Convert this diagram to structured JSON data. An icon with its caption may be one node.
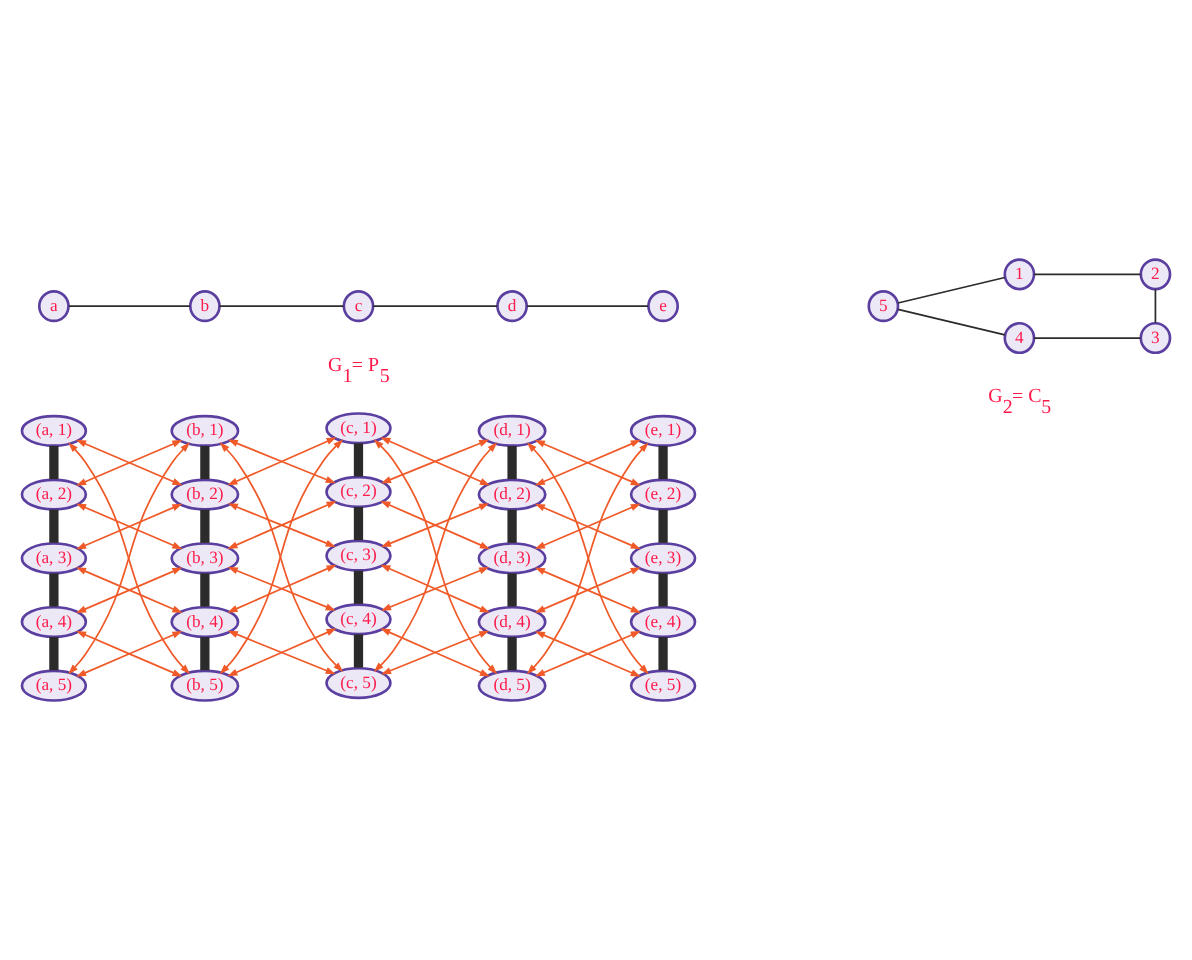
{
  "diagram": {
    "nodes": [
      {
        "text": [
          "a"
        ]
      },
      {
        "text": [
          "b"
        ]
      },
      {
        "text": [
          "c"
        ]
      },
      {
        "text": [
          "d"
        ]
      },
      {
        "text": [
          "e"
        ]
      },
      {
        "text": [
          "1"
        ]
      },
      {
        "text": [
          "2"
        ]
      },
      {
        "text": [
          "3"
        ]
      },
      {
        "text": [
          "4"
        ]
      },
      {
        "text": [
          "5"
        ]
      },
      {
        "text": [
          "(a, 1)"
        ]
      },
      {
        "text": [
          "(b, 1)"
        ]
      },
      {
        "text": [
          "(c, 1)"
        ]
      },
      {
        "text": [
          "(d, 1)"
        ]
      },
      {
        "text": [
          "(e, 1)"
        ]
      },
      {
        "text": [
          "(a, 2)"
        ]
      },
      {
        "text": [
          "(b, 2)"
        ]
      },
      {
        "text": [
          "(c, 2)"
        ]
      },
      {
        "text": [
          "(d, 2)"
        ]
      },
      {
        "text": [
          "(e, 2)"
        ]
      },
      {
        "text": [
          "(a, 3)"
        ]
      },
      {
        "text": [
          "(b, 3)"
        ]
      },
      {
        "text": [
          "(c, 3)"
        ]
      },
      {
        "text": [
          "(d, 3)"
        ]
      },
      {
        "text": [
          "(e, 3)"
        ]
      },
      {
        "text": [
          "(a, 4)"
        ]
      },
      {
        "text": [
          "(b, 4)"
        ]
      },
      {
        "text": [
          "(c, 4)"
        ]
      },
      {
        "text": [
          "(d, 4)"
        ]
      },
      {
        "text": [
          "(e, 4)"
        ]
      },
      {
        "text": [
          "(a, 5)"
        ]
      },
      {
        "text": [
          "(b, 5)"
        ]
      },
      {
        "text": [
          "(c, 5)"
        ]
      },
      {
        "text": [
          "(d, 5)"
        ]
      },
      {
        "text": [
          "(e, 5)"
        ]
      }
    ],
    "edges": [
      {
        "from": 0,
        "to": 1,
        "arrow": "none",
        "color": "#2b2b2b"
      },
      {
        "from": 1,
        "to": 2,
        "arrow": "none",
        "color": "#2b2b2b"
      },
      {
        "from": 2,
        "to": 3,
        "arrow": "none",
        "color": "#2b2b2b"
      },
      {
        "from": 3,
        "to": 4,
        "arrow": "none",
        "color": "#2b2b2b"
      },
      {
        "from": 5,
        "to": 6,
        "arrow": "none",
        "color": "#2b2b2b"
      },
      {
        "from": 6,
        "to": 7,
        "arrow": "none",
        "color": "#2b2b2b"
      },
      {
        "from": 7,
        "to": 8,
        "arrow": "none",
        "color": "#2b2b2b"
      },
      {
        "from": 8,
        "to": 9,
        "arrow": "none",
        "color": "#2b2b2b"
      },
      {
        "from": 9,
        "to": 5,
        "arrow": "none",
        "color": "#2b2b2b"
      },
      {
        "from": 10,
        "to": 15,
        "arrow": "none",
        "style": "thick",
        "color": "#2b2b2b"
      },
      {
        "from": 15,
        "to": 20,
        "arrow": "none",
        "style": "thick",
        "color": "#2b2b2b"
      },
      {
        "from": 20,
        "to": 25,
        "arrow": "none",
        "style": "thick",
        "color": "#2b2b2b"
      },
      {
        "from": 25,
        "to": 30,
        "arrow": "none",
        "style": "thick",
        "color": "#2b2b2b"
      },
      {
        "from": 11,
        "to": 16,
        "arrow": "none",
        "style": "thick",
        "color": "#2b2b2b"
      },
      {
        "from": 16,
        "to": 21,
        "arrow": "none",
        "style": "thick",
        "color": "#2b2b2b"
      },
      {
        "from": 21,
        "to": 26,
        "arrow": "none",
        "style": "thick",
        "color": "#2b2b2b"
      },
      {
        "from": 26,
        "to": 31,
        "arrow": "none",
        "style": "thick",
        "color": "#2b2b2b"
      },
      {
        "from": 12,
        "to": 17,
        "arrow": "none",
        "style": "thick",
        "color": "#2b2b2b"
      },
      {
        "from": 17,
        "to": 22,
        "arrow": "none",
        "style": "thick",
        "color": "#2b2b2b"
      },
      {
        "from": 22,
        "to": 27,
        "arrow": "none",
        "style": "thick",
        "color": "#2b2b2b"
      },
      {
        "from": 27,
        "to": 32,
        "arrow": "none",
        "style": "thick",
        "color": "#2b2b2b"
      },
      {
        "from": 13,
        "to": 18,
        "arrow": "none",
        "style": "thick",
        "color": "#2b2b2b"
      },
      {
        "from": 18,
        "to": 23,
        "arrow": "none",
        "style": "thick",
        "color": "#2b2b2b"
      },
      {
        "from": 23,
        "to": 28,
        "arrow": "none",
        "style": "thick",
        "color": "#2b2b2b"
      },
      {
        "from": 28,
        "to": 33,
        "arrow": "none",
        "style": "thick",
        "color": "#2b2b2b"
      },
      {
        "from": 14,
        "to": 19,
        "arrow": "none",
        "style": "thick",
        "color": "#2b2b2b"
      },
      {
        "from": 19,
        "to": 24,
        "arrow": "none",
        "style": "thick",
        "color": "#2b2b2b"
      },
      {
        "from": 24,
        "to": 29,
        "arrow": "none",
        "style": "thick",
        "color": "#2b2b2b"
      },
      {
        "from": 29,
        "to": 34,
        "arrow": "none",
        "style": "thick",
        "color": "#2b2b2b"
      },
      {
        "from": 10,
        "to": 16,
        "arrow": "both"
      },
      {
        "from": 10,
        "to": 31,
        "arrow": "both"
      },
      {
        "from": 15,
        "to": 21,
        "arrow": "both"
      },
      {
        "from": 15,
        "to": 11,
        "arrow": "both"
      },
      {
        "from": 20,
        "to": 26,
        "arrow": "both"
      },
      {
        "from": 20,
        "to": 16,
        "arrow": "both"
      },
      {
        "from": 25,
        "to": 31,
        "arrow": "both"
      },
      {
        "from": 25,
        "to": 21,
        "arrow": "both"
      },
      {
        "from": 30,
        "to": 11,
        "arrow": "both"
      },
      {
        "from": 30,
        "to": 26,
        "arrow": "both"
      },
      {
        "from": 11,
        "to": 17,
        "arrow": "both"
      },
      {
        "from": 11,
        "to": 32,
        "arrow": "both"
      },
      {
        "from": 16,
        "to": 22,
        "arrow": "both"
      },
      {
        "from": 16,
        "to": 12,
        "arrow": "both"
      },
      {
        "from": 21,
        "to": 27,
        "arrow": "both"
      },
      {
        "from": 21,
        "to": 17,
        "arrow": "both"
      },
      {
        "from": 26,
        "to": 32,
        "arrow": "both"
      },
      {
        "from": 26,
        "to": 22,
        "arrow": "both"
      },
      {
        "from": 31,
        "to": 12,
        "arrow": "both"
      },
      {
        "from": 31,
        "to": 27,
        "arrow": "both"
      },
      {
        "from": 12,
        "to": 18,
        "arrow": "both"
      },
      {
        "from": 12,
        "to": 33,
        "arrow": "both"
      },
      {
        "from": 17,
        "to": 23,
        "arrow": "both"
      },
      {
        "from": 17,
        "to": 13,
        "arrow": "both"
      },
      {
        "from": 22,
        "to": 28,
        "arrow": "both"
      },
      {
        "from": 22,
        "to": 18,
        "arrow": "both"
      },
      {
        "from": 27,
        "to": 33,
        "arrow": "both"
      },
      {
        "from": 27,
        "to": 23,
        "arrow": "both"
      },
      {
        "from": 32,
        "to": 13,
        "arrow": "both"
      },
      {
        "from": 32,
        "to": 28,
        "arrow": "both"
      },
      {
        "from": 13,
        "to": 19,
        "arrow": "both"
      },
      {
        "from": 13,
        "to": 34,
        "arrow": "both"
      },
      {
        "from": 18,
        "to": 24,
        "arrow": "both"
      },
      {
        "from": 18,
        "to": 14,
        "arrow": "both"
      },
      {
        "from": 23,
        "to": 29,
        "arrow": "both"
      },
      {
        "from": 23,
        "to": 19,
        "arrow": "both"
      },
      {
        "from": 28,
        "to": 34,
        "arrow": "both"
      },
      {
        "from": 28,
        "to": 24,
        "arrow": "both"
      },
      {
        "from": 33,
        "to": 14,
        "arrow": "both"
      },
      {
        "from": 33,
        "to": 29,
        "arrow": "both"
      }
    ],
    "labels": [
      "G$_{1}$= P$_{5}$",
      "G$_{2}$= C$_{5}$"
    ]
  }
}
